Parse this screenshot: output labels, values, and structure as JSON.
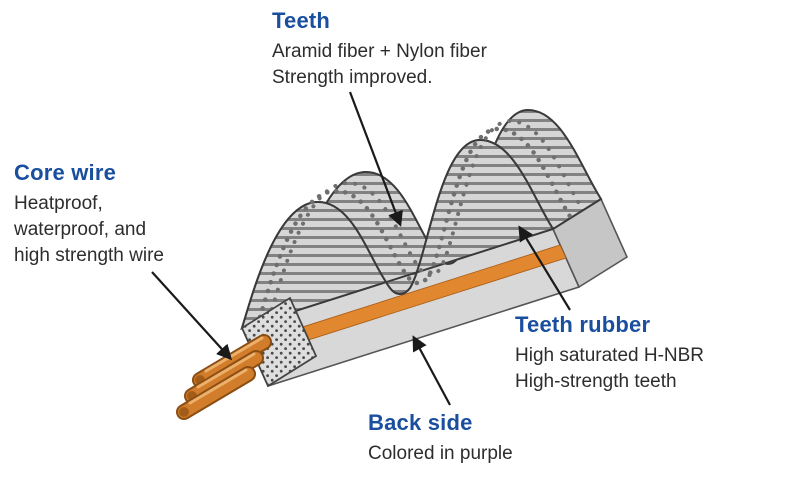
{
  "labels": {
    "teeth": {
      "heading": "Teeth",
      "line1": "Aramid fiber + Nylon fiber",
      "line2": "Strength improved."
    },
    "core_wire": {
      "heading": "Core wire",
      "line1": "Heatproof,",
      "line2": "waterproof, and",
      "line3": "high strength wire"
    },
    "teeth_rubber": {
      "heading": "Teeth rubber",
      "line1": "High saturated H-NBR",
      "line2": "High-strength teeth"
    },
    "back_side": {
      "heading": "Back side",
      "line1": "Colored in purple"
    }
  },
  "colors": {
    "heading_blue": "#1a4e9e",
    "body_text": "#2d2d2d",
    "belt_gray": "#d6d6d6",
    "stripe_gray": "#828282",
    "core_wire_orange": "#d27d2c",
    "rubber_layer_orange": "#e0872f",
    "arrow_black": "#1a1a1a"
  }
}
